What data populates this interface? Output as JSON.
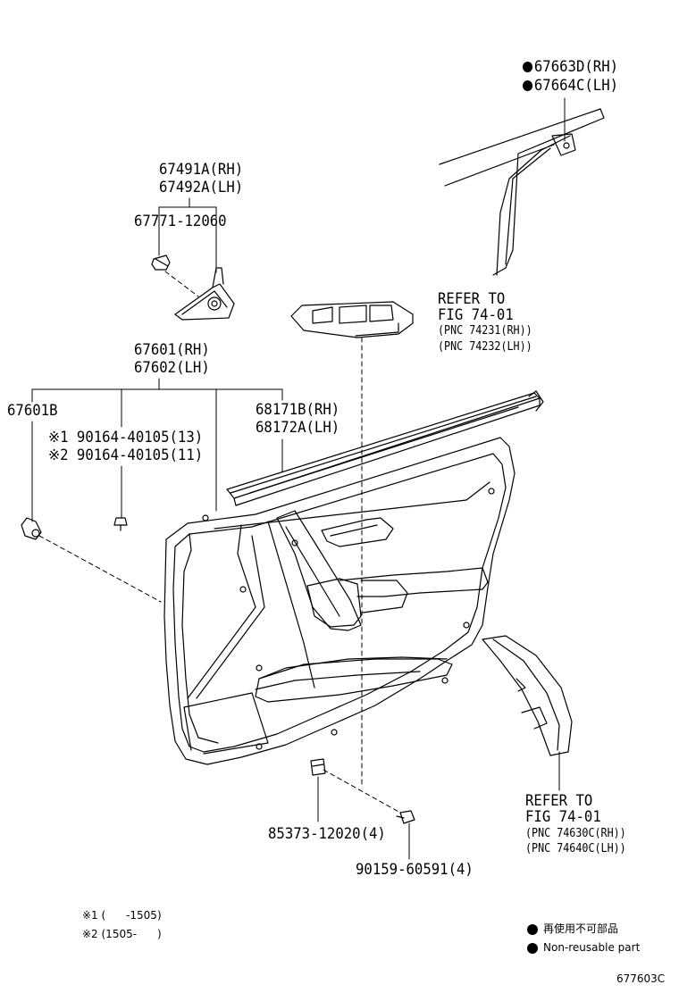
{
  "labels": {
    "p67663D": "67663D(RH)",
    "p67664C": "67664C(LH)",
    "p67491A": "67491A(RH)",
    "p67492A": "67492A(LH)",
    "p67771": "67771-12060",
    "refer1_l1": "REFER TO",
    "refer1_l2": "FIG 74-01",
    "refer1_l3": "(PNC 74231(RH))",
    "refer1_l4": "(PNC 74232(LH))",
    "p67601": "67601(RH)",
    "p67602": "67602(LH)",
    "p67601B": "67601B",
    "p68171B": "68171B(RH)",
    "p68172A": "68172A(LH)",
    "p90164_13": "※1 90164-40105(13)",
    "p90164_11": "※2 90164-40105(11)",
    "refer2_l1": "REFER TO",
    "refer2_l2": "FIG 74-01",
    "refer2_l3": "(PNC 74630C(RH))",
    "refer2_l4": "(PNC 74640C(LH))",
    "p85373": "85373-12020(4)",
    "p90159": "90159-60591(4)"
  },
  "footnotes": {
    "note1": "※1 (      -1505)",
    "note2": "※2 (1505-      )"
  },
  "legend": {
    "jp": "再使用不可部品",
    "en": "Non-reusable part"
  },
  "figure_id": "677603C"
}
